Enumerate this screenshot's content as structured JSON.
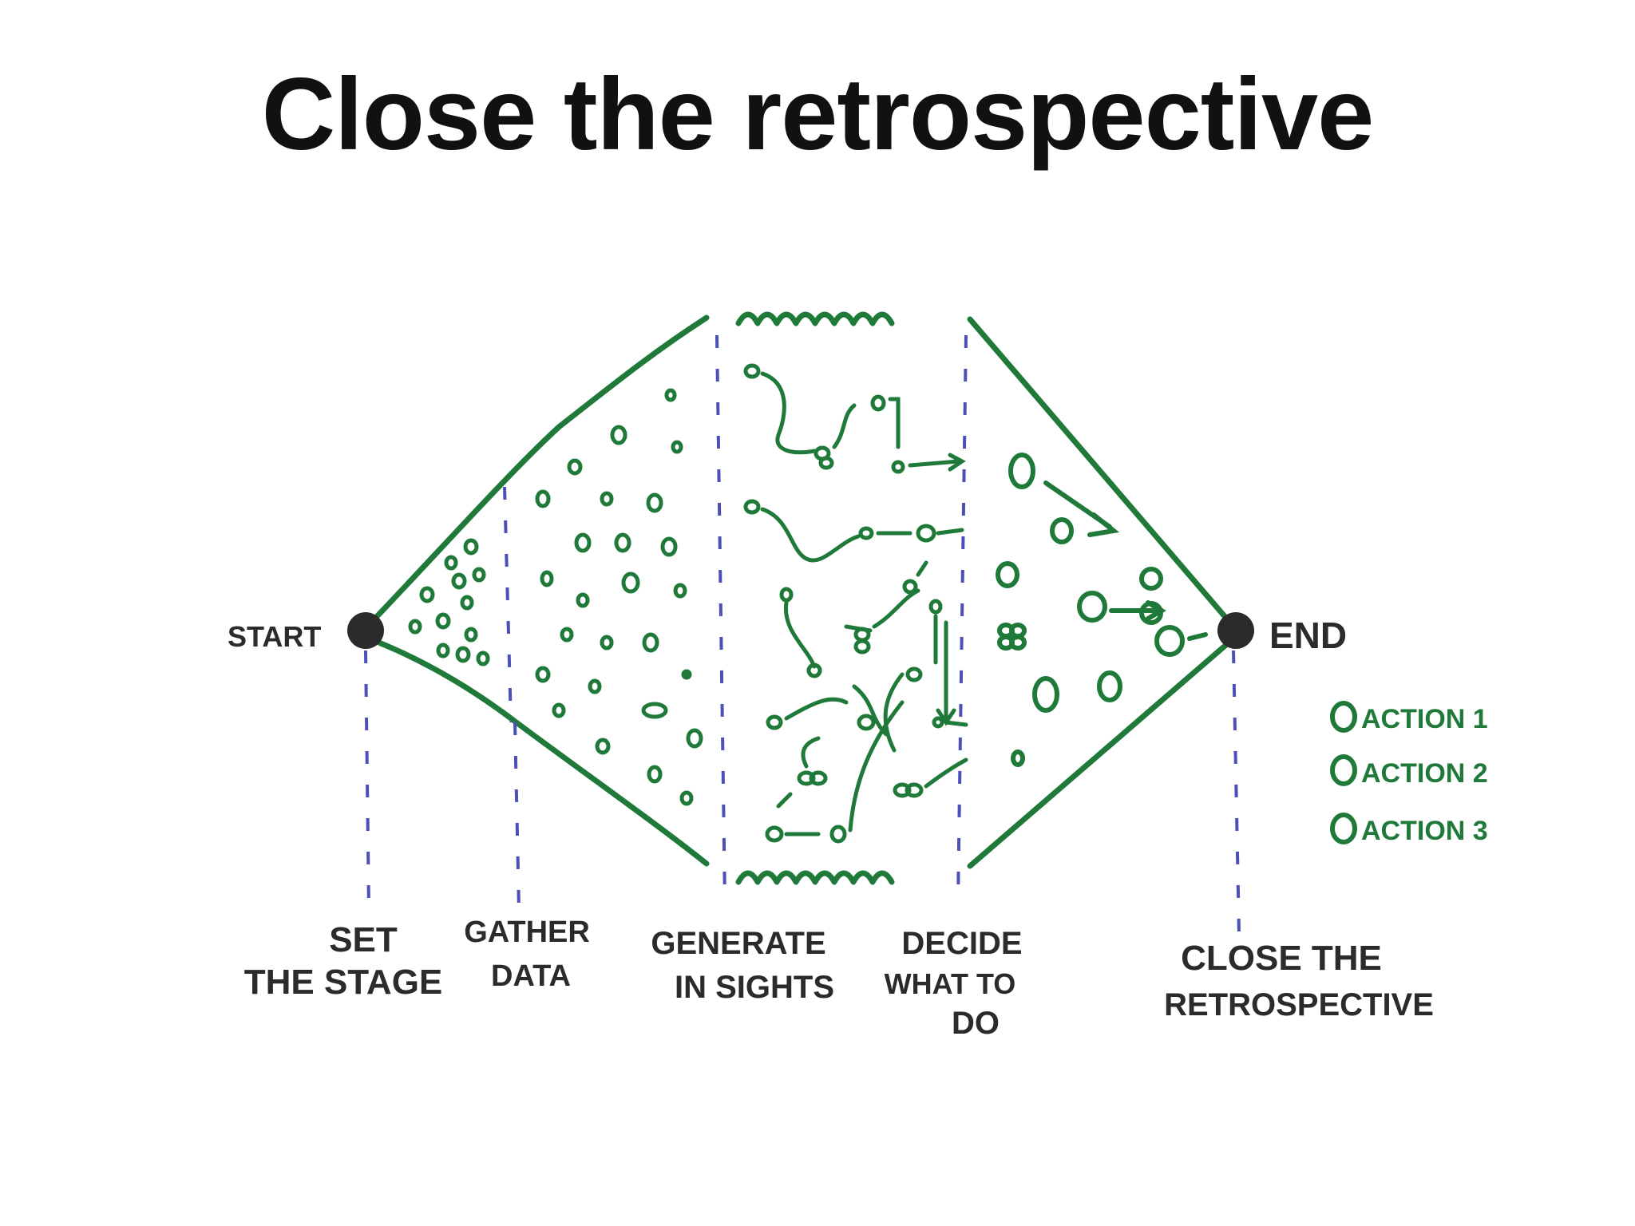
{
  "title": "Close the retrospective",
  "colors": {
    "ink_green": "#1f7a3a",
    "ink_dark": "#2b2b2b",
    "dash_blue": "#4b4fb8"
  },
  "endpoints": {
    "start": "START",
    "end": "END"
  },
  "stages": [
    {
      "lines": [
        "SET",
        "THE STAGE"
      ]
    },
    {
      "lines": [
        "GATHER",
        "DATA"
      ]
    },
    {
      "lines": [
        "GENERATE",
        "IN SIGHTS"
      ]
    },
    {
      "lines": [
        "DECIDE",
        "WHAT TO",
        "DO"
      ]
    },
    {
      "lines": [
        "CLOSE THE",
        "RETROSPECTIVE"
      ]
    }
  ],
  "legend": [
    "ACTION 1",
    "ACTION 2",
    "ACTION 3"
  ]
}
